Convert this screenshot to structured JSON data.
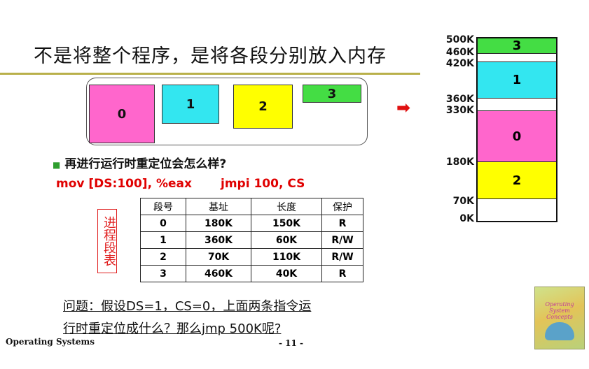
{
  "title": "不是将整个程序，是将各段分别放入内存",
  "program_segments": [
    {
      "label": "0",
      "color": "#ff66cc"
    },
    {
      "label": "1",
      "color": "#33e6f0"
    },
    {
      "label": "2",
      "color": "#ffff00"
    },
    {
      "label": "3",
      "color": "#44dd44"
    }
  ],
  "arrow": "➡",
  "memory": {
    "segments": [
      {
        "label": "3",
        "color": "#44dd44"
      },
      {
        "label": "",
        "color": "#ffffff"
      },
      {
        "label": "1",
        "color": "#33e6f0"
      },
      {
        "label": "",
        "color": "#ffffff"
      },
      {
        "label": "0",
        "color": "#ff66cc"
      },
      {
        "label": "2",
        "color": "#ffff00"
      },
      {
        "label": "",
        "color": "#ffffff"
      }
    ],
    "addresses": [
      "500K",
      "460K",
      "420K",
      "360K",
      "330K",
      "180K",
      "70K",
      "0K"
    ]
  },
  "question": "再进行运行时重定位会怎么样?",
  "instructions": [
    "mov [DS:100], %eax",
    "jmpi 100, CS"
  ],
  "table_label": "进程段表",
  "table": {
    "headers": [
      "段号",
      "基址",
      "长度",
      "保护"
    ],
    "rows": [
      [
        "0",
        "180K",
        "150K",
        "R"
      ],
      [
        "1",
        "360K",
        "60K",
        "R/W"
      ],
      [
        "2",
        "70K",
        "110K",
        "R/W"
      ],
      [
        "3",
        "460K",
        "40K",
        "R"
      ]
    ]
  },
  "problem_line1": "问题：假设DS=1，CS=0，上面两条指令运",
  "problem_line2": "行时重定位成什么？那么jmp 500K呢?",
  "footer_left": "Operating Systems",
  "footer_page": "- 11 -",
  "book_title": "Operating System Concepts"
}
